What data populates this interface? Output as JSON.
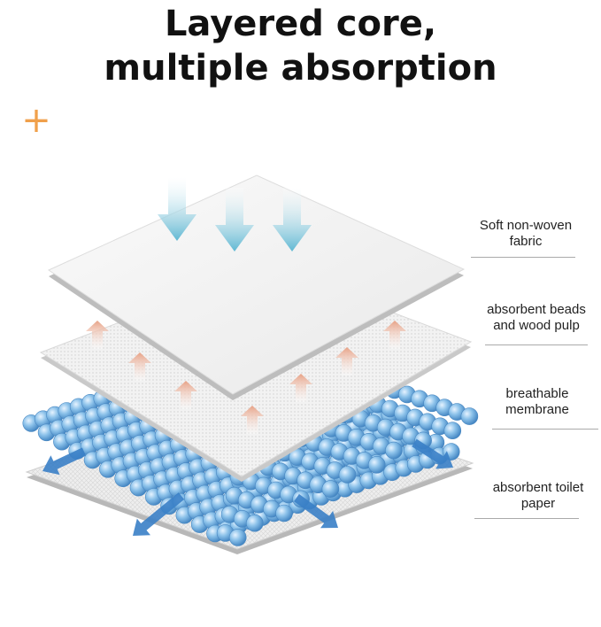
{
  "heading": {
    "line1": "Layered core,",
    "line2": "multiple absorption"
  },
  "decoration": {
    "plus_symbol": "+",
    "plus_color": "#f0a04b"
  },
  "layers": [
    {
      "line1": "Soft non-woven",
      "line2": "fabric"
    },
    {
      "line1": "absorbent beads",
      "line2": "and wood pulp"
    },
    {
      "line1": "breathable",
      "line2": "membrane"
    },
    {
      "line1": "absorbent toilet",
      "line2": "paper"
    }
  ],
  "colors": {
    "down_arrow": "#5fb8d3",
    "up_arrow": "#e9a88d",
    "spread_arrow": "#3a7fc6",
    "bead": "#7fb6e0",
    "sheet": "#f3f3f3"
  }
}
